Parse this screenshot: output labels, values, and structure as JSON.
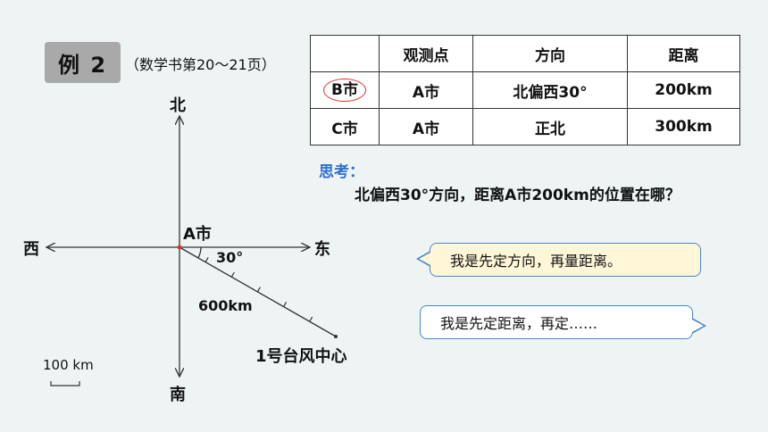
{
  "header": {
    "example_label": "例 2",
    "pages_note": "（数学书第20～21页）"
  },
  "table": {
    "headers": [
      "",
      "观测点",
      "方向",
      "距离"
    ],
    "rows": [
      [
        "B市",
        "A市",
        "北偏西30°",
        "200km"
      ],
      [
        "C市",
        "A市",
        "正北",
        "300km"
      ]
    ]
  },
  "think": {
    "label": "思考：",
    "question": "北偏西30°方向，距离A市200km的位置在哪？"
  },
  "bubbles": {
    "first": "我是先定方向，再量距离。",
    "second": "我是先定距离，再定……"
  },
  "diagram": {
    "north": "北",
    "south": "南",
    "west": "西",
    "east": "东",
    "center": "A市",
    "angle": "30°",
    "distance": "600km",
    "target": "1号台风中心",
    "scale": "100 km"
  },
  "colors": {
    "background": "#eef4f4",
    "accent_blue": "#2f6fd1",
    "bubble_border": "#4a86c8",
    "bubble_fill": "#fff6d8",
    "circle_red": "#d9342b",
    "badge_gray": "#a9a9a9"
  }
}
